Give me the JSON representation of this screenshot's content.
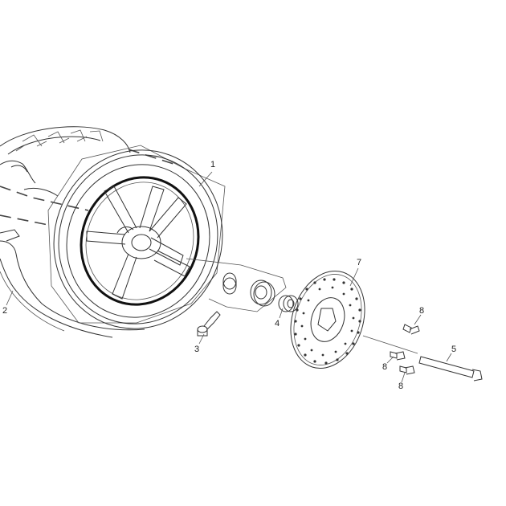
{
  "diagram": {
    "callouts": [
      {
        "id": "1",
        "text": "1"
      },
      {
        "id": "2",
        "text": "2"
      },
      {
        "id": "3",
        "text": "3"
      },
      {
        "id": "4",
        "text": "4"
      },
      {
        "id": "5",
        "text": "5"
      },
      {
        "id": "7",
        "text": "7"
      },
      {
        "id": "8a",
        "text": "8"
      },
      {
        "id": "8b",
        "text": "8"
      },
      {
        "id": "8c",
        "text": "8"
      }
    ]
  }
}
